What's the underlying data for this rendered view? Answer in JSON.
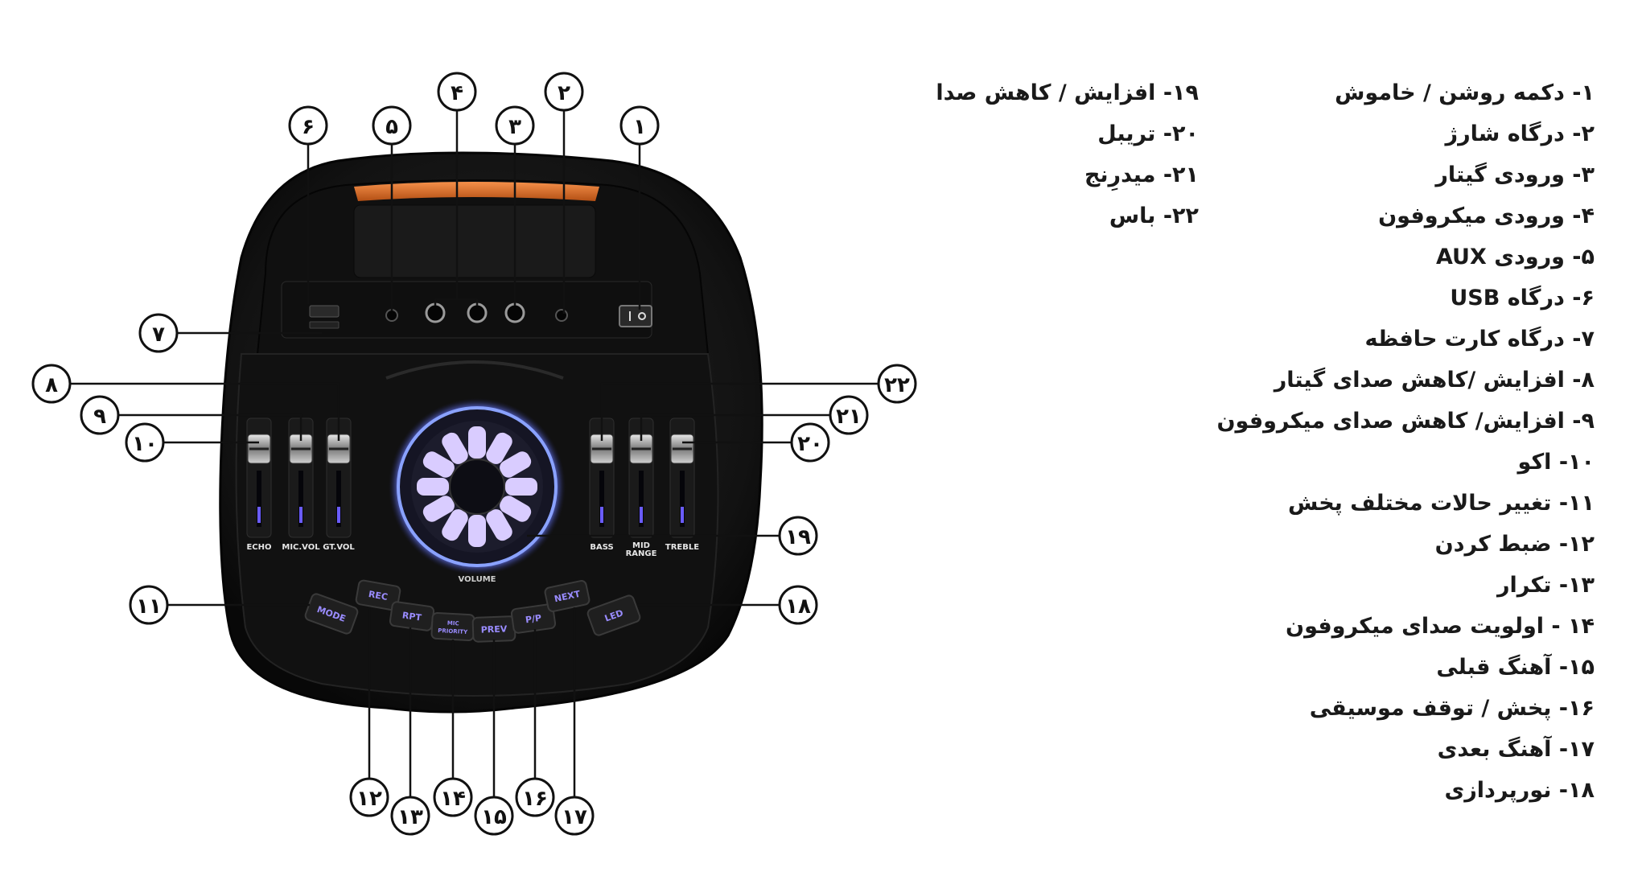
{
  "colors": {
    "body": "#161616",
    "panel": "#0d0d0d",
    "accent_orange": "#f0782c",
    "ring_blue": "#8aa2ff",
    "led_purple": "#c8b8ff",
    "button_text": "#9a8cff",
    "callout": "#111111"
  },
  "legend": {
    "items": [
      "۱- دکمه روشن / خاموش",
      "۲- درگاه شارژ",
      "۳- ورودی گیتار",
      "۴- ورودی میکروفون",
      "۵- ورودی AUX",
      "۶- درگاه USB",
      "۷- درگاه کارت حافظه",
      "۸- افزایش /کاهش صدای گیتار",
      "۹- افزایش/ کاهش صدای میکروفون",
      "۱۰- اکو",
      "۱۱- تغییر حالات مختلف پخش",
      "۱۲- ضبط کردن",
      "۱۳- تکرار",
      "۱۴ - اولویت صدای میکروفون",
      "۱۵- آهنگ قبلی",
      "۱۶- پخش / توقف موسیقی",
      "۱۷- آهنگ بعدی",
      "۱۸- نورپردازی",
      "۱۹- افزایش / کاهش صدا",
      "۲۰- تریبل",
      "۲۱- میدرِنج",
      "۲۲- باس"
    ]
  },
  "device": {
    "slider_labels": [
      "ECHO",
      "MIC.VOL",
      "GT.VOL",
      "BASS",
      "MID",
      "RANGE",
      "TREBLE"
    ],
    "volume_label": "VOLUME",
    "buttons": {
      "mode": "MODE",
      "rec": "REC",
      "rpt": "RPT",
      "mic": "MIC",
      "priority": "PRIORITY",
      "prev": "PREV",
      "pp": "P/P",
      "next": "NEXT",
      "led": "LED"
    }
  },
  "callouts": [
    {
      "num": "۱",
      "icon": "power-switch-icon"
    },
    {
      "num": "۲",
      "icon": "charge-port-icon"
    },
    {
      "num": "۳",
      "icon": "guitar-input-icon"
    },
    {
      "num": "۴",
      "icon": "mic-input-icon"
    },
    {
      "num": "۵",
      "icon": "aux-input-icon"
    },
    {
      "num": "۶",
      "icon": "usb-port-icon"
    },
    {
      "num": "۷",
      "icon": "memory-card-icon"
    },
    {
      "num": "۸",
      "icon": "gt-vol-icon"
    },
    {
      "num": "۹",
      "icon": "mic-vol-icon"
    },
    {
      "num": "۱۰",
      "icon": "echo-icon"
    },
    {
      "num": "۱۱",
      "icon": "mode-icon"
    },
    {
      "num": "۱۲",
      "icon": "rec-icon"
    },
    {
      "num": "۱۳",
      "icon": "repeat-icon"
    },
    {
      "num": "۱۴",
      "icon": "mic-priority-icon"
    },
    {
      "num": "۱۵",
      "icon": "prev-icon"
    },
    {
      "num": "۱۶",
      "icon": "play-pause-icon"
    },
    {
      "num": "۱۷",
      "icon": "next-icon"
    },
    {
      "num": "۱۸",
      "icon": "led-icon"
    },
    {
      "num": "۱۹",
      "icon": "volume-icon"
    },
    {
      "num": "۲۰",
      "icon": "treble-icon"
    },
    {
      "num": "۲۱",
      "icon": "midrange-icon"
    },
    {
      "num": "۲۲",
      "icon": "bass-icon"
    }
  ]
}
